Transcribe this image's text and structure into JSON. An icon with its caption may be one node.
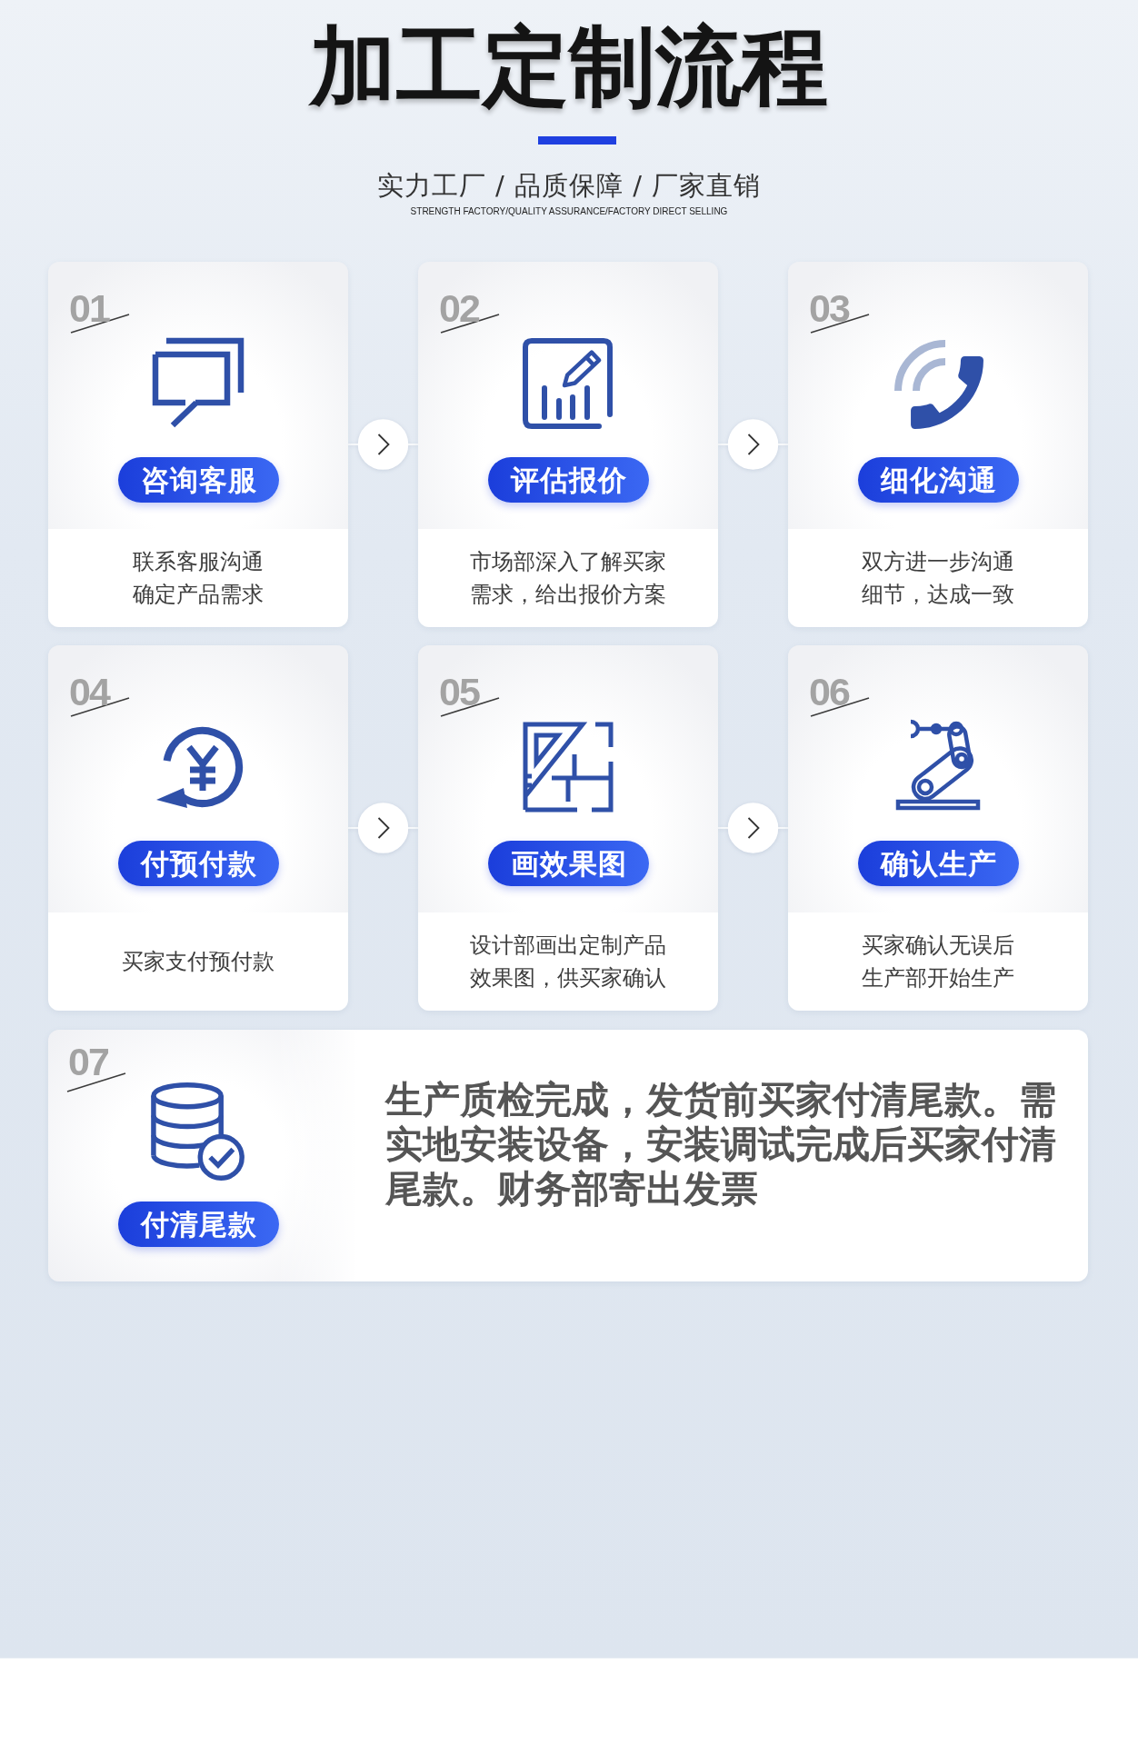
{
  "diagram": {
    "title": "加工定制流程",
    "nodes": [
      {
        "text": [
          "01",
          "联系客服沟通确定产品需求"
        ]
      },
      {
        "text": [
          "咨询客服"
        ],
        "in": 0
      },
      {
        "text": [
          "02",
          "市场部深入了解买家需求，给出报价方案"
        ]
      },
      {
        "text": [
          "评估报价"
        ],
        "in": 2
      },
      {
        "text": [
          "03",
          "双方进一步沟通细节，达成一致"
        ]
      },
      {
        "text": [
          "细化沟通"
        ],
        "in": 4
      },
      {
        "text": [
          "04",
          "买家支付预付款"
        ]
      },
      {
        "text": [
          "付预付款"
        ],
        "in": 6
      },
      {
        "text": [
          "05",
          "设计部画出定制产品效果图，供买家确认"
        ]
      },
      {
        "text": [
          "画效果图"
        ],
        "in": 8
      },
      {
        "text": [
          "06",
          "买家确认无误后生产部开始生产"
        ]
      },
      {
        "text": [
          "确认生产"
        ],
        "in": 10
      },
      {
        "text": [
          "07",
          "生产质检完成，发货前买家付清尾款。需实地安装设备，安装调试完成后买家付清尾款。财务部寄出发票"
        ]
      },
      {
        "text": [
          "付清尾款"
        ],
        "in": 12
      }
    ],
    "edges": [
      {
        "from": 0,
        "to": 2,
        "arrow": "to"
      },
      {
        "from": 2,
        "to": 4,
        "arrow": "to"
      },
      {
        "from": 6,
        "to": 8,
        "arrow": "to"
      },
      {
        "from": 8,
        "to": 10,
        "arrow": "to"
      }
    ],
    "labels": [
      "实力工厂 / 品质保障 / 厂家直销",
      "STRENGTH FACTORY/QUALITY ASSURANCE/FACTORY DIRECT SELLING"
    ]
  }
}
